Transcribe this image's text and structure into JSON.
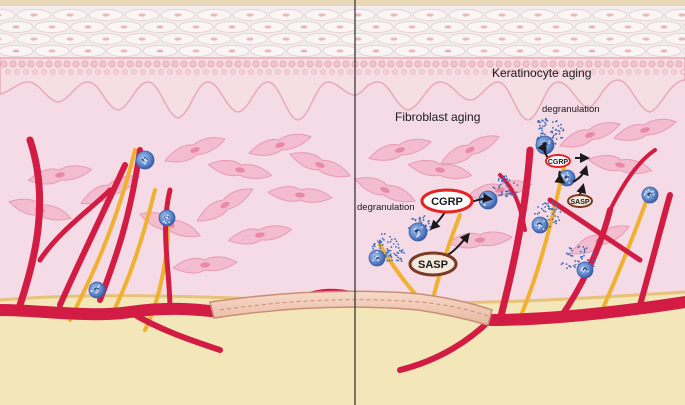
{
  "labels": {
    "keratinocyte_aging": "Keratinocyte aging",
    "fibroblast_aging": "Fibroblast aging",
    "degranulation": "degranulation",
    "cgrp": "CGRP",
    "sasp": "SASP"
  },
  "colors": {
    "stratum_corneum": "#f2ecec",
    "epidermis": "#f6dfe4",
    "dermis": "#f4dbe6",
    "hypodermis": "#f3e7b9",
    "vessel": "#d21c43",
    "nerve": "#f0b030",
    "mast_cell": "#5b82c8",
    "cgrp_outline": "#e52323",
    "sasp_outline": "#7a3a24",
    "divider": "#2a2a2a"
  },
  "icons": [
    "mast-cell-icon",
    "blood-vessel-icon",
    "nerve-fiber-icon",
    "fibroblast-icon",
    "keratinocyte-icon",
    "arrow-icon"
  ]
}
